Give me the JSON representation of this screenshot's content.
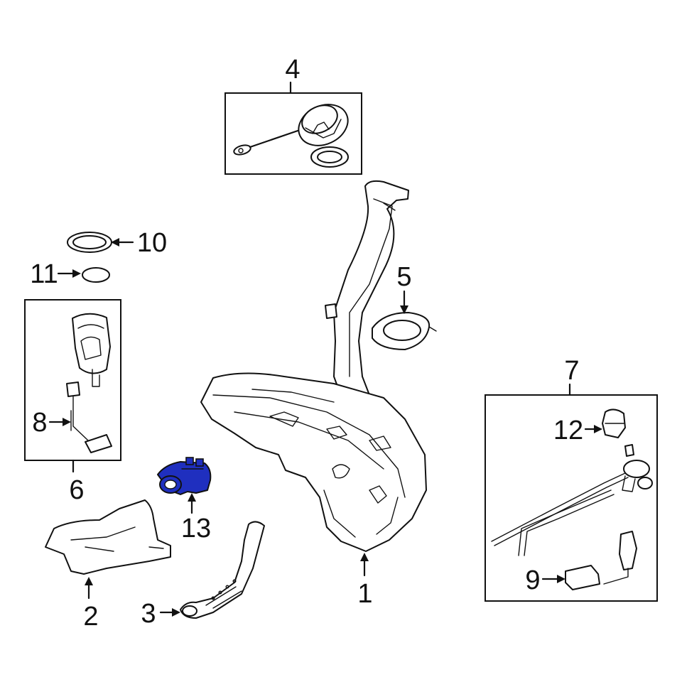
{
  "diagram": {
    "highlight_color": "#1f2fbf",
    "line_color": "#111111",
    "highlighted_part": "13",
    "callouts": {
      "c1": "1",
      "c2": "2",
      "c3": "3",
      "c4": "4",
      "c5": "5",
      "c6": "6",
      "c7": "7",
      "c8": "8",
      "c9": "9",
      "c10": "10",
      "c11": "11",
      "c12": "12",
      "c13": "13"
    }
  }
}
